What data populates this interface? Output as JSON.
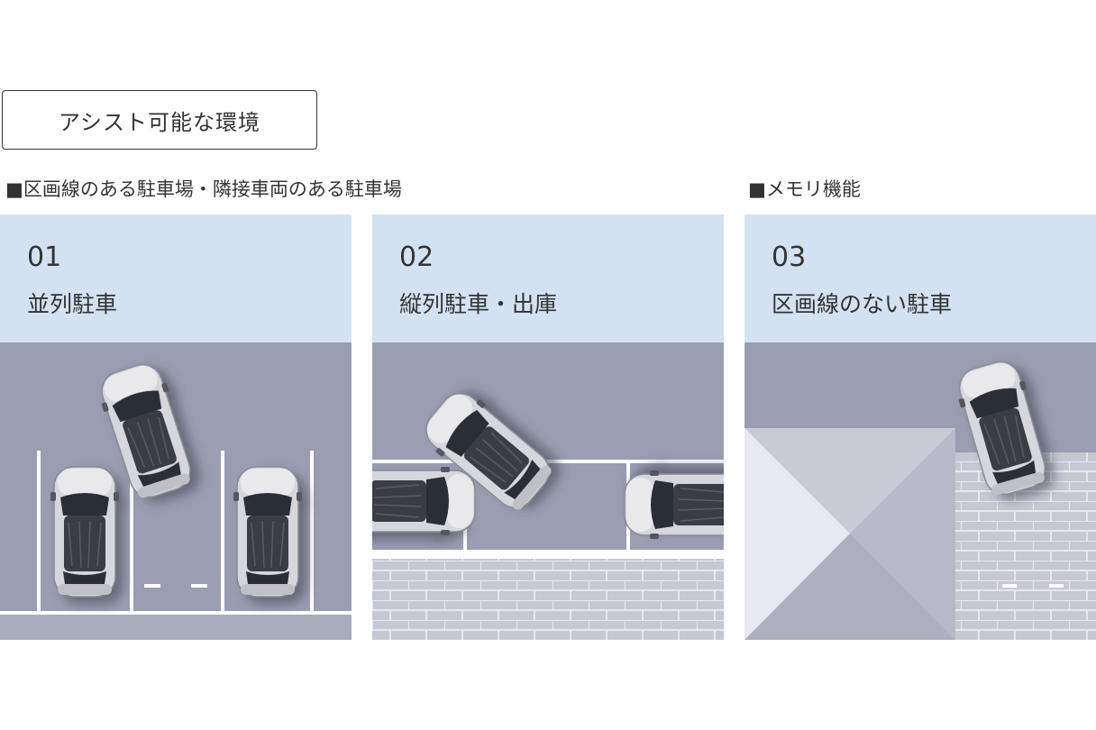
{
  "header": {
    "title": "アシスト可能な環境"
  },
  "sections": {
    "left": "■区画線のある駐車場・隣接車両のある駐車場",
    "right": "■メモリ機能"
  },
  "panels": [
    {
      "number": "01",
      "title": "並列駐車"
    },
    {
      "number": "02",
      "title": "縦列駐車・出庫"
    },
    {
      "number": "03",
      "title": "区画線のない駐車"
    }
  ],
  "colors": {
    "header_bg": "#d3e2f2",
    "asphalt": "#9a9eb2",
    "pavers": "#c9cad6",
    "text": "#333333"
  }
}
